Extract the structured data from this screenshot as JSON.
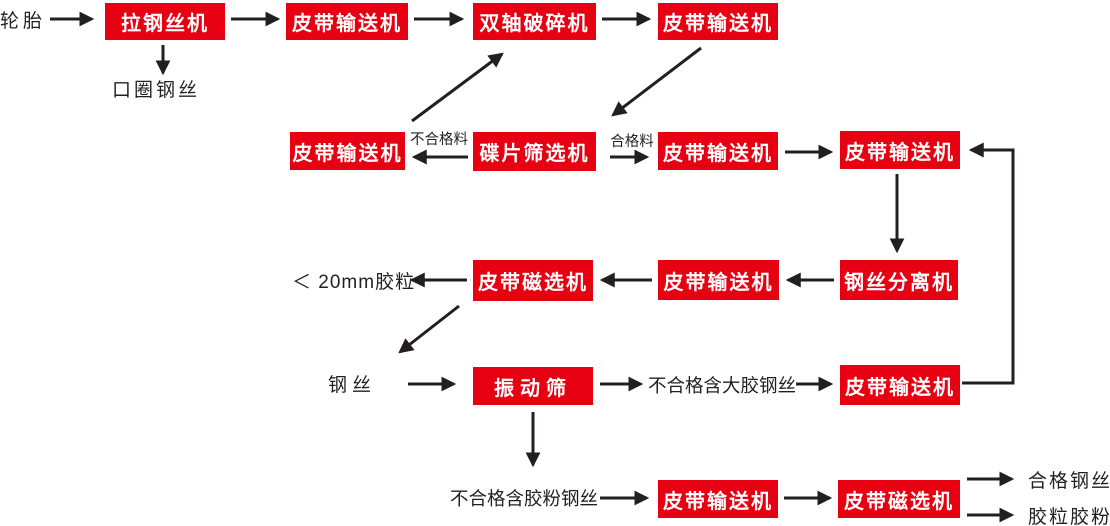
{
  "diagram": {
    "type": "flowchart",
    "colors": {
      "box": "#e60012",
      "box_text": "#ffffff",
      "line": "#231f20",
      "text": "#231f20",
      "background": "#ffffff"
    },
    "boxes": [
      {
        "label": "拉钢丝机"
      },
      {
        "label": "皮带输送机"
      },
      {
        "label": "双轴破碎机"
      },
      {
        "label": "皮带输送机"
      },
      {
        "label": "皮带输送机"
      },
      {
        "label": "碟片筛选机"
      },
      {
        "label": "皮带输送机"
      },
      {
        "label": "皮带输送机"
      },
      {
        "label": "皮带磁选机"
      },
      {
        "label": "皮带输送机"
      },
      {
        "label": "钢丝分离机"
      },
      {
        "label": "振动筛"
      },
      {
        "label": "皮带输送机"
      },
      {
        "label": "皮带输送机"
      },
      {
        "label": "皮带磁选机"
      }
    ],
    "texts": [
      {
        "label": "轮胎"
      },
      {
        "label": "口圈钢丝"
      },
      {
        "label": "不合格料"
      },
      {
        "label": "合格料"
      },
      {
        "label": "＜ 20mm胶粒"
      },
      {
        "label": "钢丝"
      },
      {
        "label": "不合格含大胶钢丝"
      },
      {
        "label": "不合格含胶粉钢丝"
      },
      {
        "label": "合格钢丝"
      },
      {
        "label": "胶粒胶粉"
      }
    ]
  }
}
